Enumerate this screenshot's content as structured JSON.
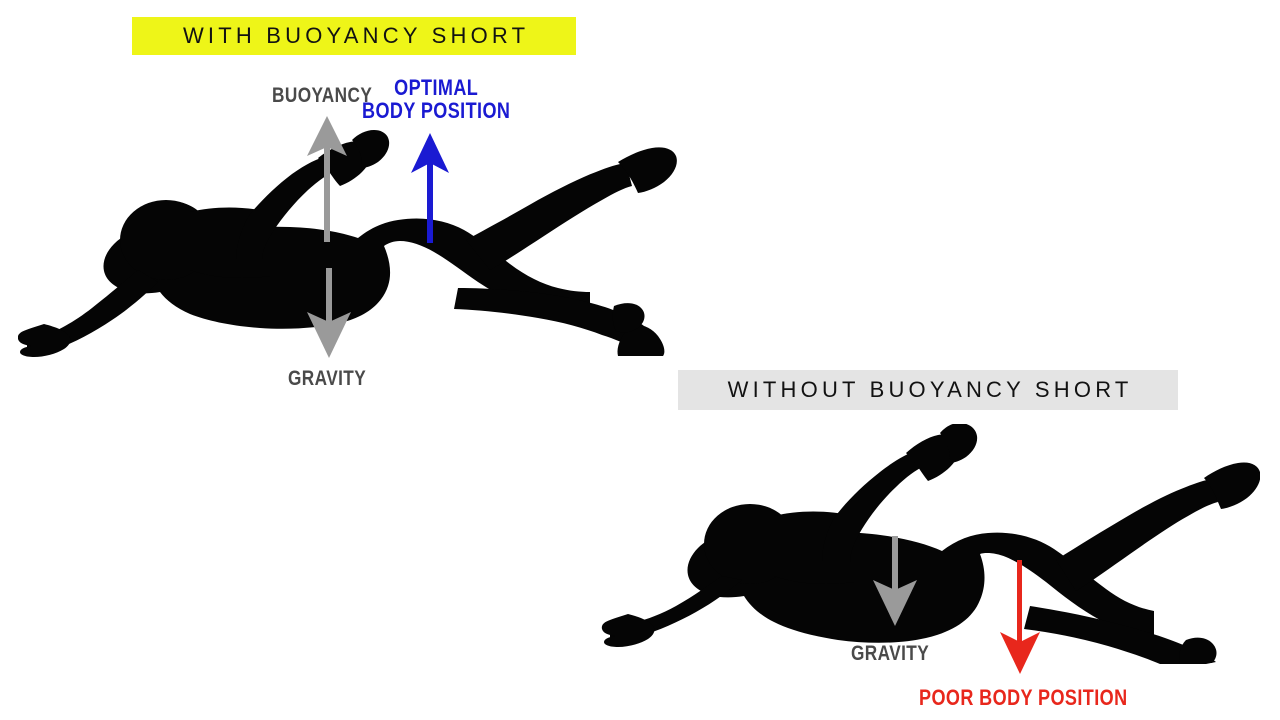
{
  "panels": {
    "top": {
      "banner_label": "WITH BUOYANCY SHORT",
      "banner_color": "#eef518",
      "swimmer_name": "swimmer-silhouette-horizontal",
      "forces": [
        {
          "name": "buoyancy",
          "label": "BUOYANCY",
          "direction": "up",
          "color": "#9a9a9a",
          "text_color": "#4a4a4a"
        },
        {
          "name": "optimal-body-position",
          "label": "OPTIMAL\nBODY POSITION",
          "label_line1": "OPTIMAL",
          "label_line2": "BODY POSITION",
          "direction": "up",
          "color": "#1a1ad2",
          "text_color": "#1a1ad2"
        },
        {
          "name": "gravity",
          "label": "GRAVITY",
          "direction": "down",
          "color": "#9a9a9a",
          "text_color": "#4a4a4a"
        }
      ]
    },
    "bottom": {
      "banner_label": "WITHOUT BUOYANCY SHORT",
      "banner_color": "#e4e4e4",
      "swimmer_name": "swimmer-silhouette-sinking",
      "forces": [
        {
          "name": "gravity",
          "label": "GRAVITY",
          "direction": "down",
          "color": "#9a9a9a",
          "text_color": "#4a4a4a"
        },
        {
          "name": "poor-body-position",
          "label": "POOR BODY POSITION",
          "direction": "down",
          "color": "#e8271c",
          "text_color": "#e8271c"
        }
      ]
    }
  },
  "colors": {
    "background": "#ffffff",
    "silhouette": "#050505",
    "gray_arrow": "#9a9a9a",
    "gray_text": "#4a4a4a",
    "blue": "#1a1ad2",
    "red": "#e8271c",
    "banner_yellow": "#eef518",
    "banner_gray": "#e4e4e4"
  }
}
